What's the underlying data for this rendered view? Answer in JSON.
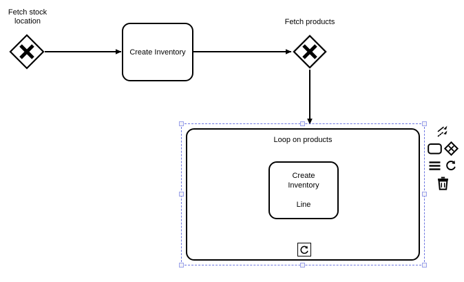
{
  "diagram": {
    "title": "BPMN process diagram",
    "colors": {
      "stroke": "#000000",
      "fill": "#ffffff",
      "selection": "#6a74e0",
      "handle_fill": "#f2f2f7",
      "handle_border": "#9aa1ea"
    },
    "nodes": [
      {
        "id": "gateway-fetch-stock-location",
        "type": "exclusive-gateway",
        "label": "Fetch stock\nlocation",
        "marker": "X",
        "selected": false
      },
      {
        "id": "task-create-inventory",
        "type": "task",
        "label": "Create Inventory",
        "selected": false
      },
      {
        "id": "gateway-fetch-products",
        "type": "exclusive-gateway",
        "label": "Fetch products",
        "marker": "X",
        "selected": false
      },
      {
        "id": "subprocess-loop-on-products",
        "type": "expanded-subprocess",
        "label": "Loop on products",
        "marker": "loop",
        "selected": true
      },
      {
        "id": "task-create-inventory-line",
        "type": "task",
        "label": "Create Inventory\nLine",
        "label_line1": "Create Inventory",
        "label_line2": "Line",
        "selected": false
      }
    ],
    "edges": [
      {
        "id": "flow-1",
        "from": "gateway-fetch-stock-location",
        "to": "task-create-inventory",
        "direction": "right"
      },
      {
        "id": "flow-2",
        "from": "task-create-inventory",
        "to": "gateway-fetch-products",
        "direction": "right"
      },
      {
        "id": "flow-3",
        "from": "gateway-fetch-products",
        "to": "subprocess-loop-on-products",
        "direction": "down"
      }
    ]
  },
  "toolbar": {
    "name": "context-toolbar",
    "items": [
      {
        "id": "connect",
        "icon": "connect-arrow-icon",
        "label": "Connect"
      },
      {
        "id": "create-task",
        "icon": "task-rectangle-icon",
        "label": "Task"
      },
      {
        "id": "create-gateway",
        "icon": "gateway-diamond-icon",
        "label": "Gateway"
      },
      {
        "id": "more-options",
        "icon": "list-menu-icon",
        "label": "More"
      },
      {
        "id": "loop",
        "icon": "loop-arrow-icon",
        "label": "Loop"
      },
      {
        "id": "delete",
        "icon": "trash-icon",
        "label": "Delete"
      }
    ]
  }
}
